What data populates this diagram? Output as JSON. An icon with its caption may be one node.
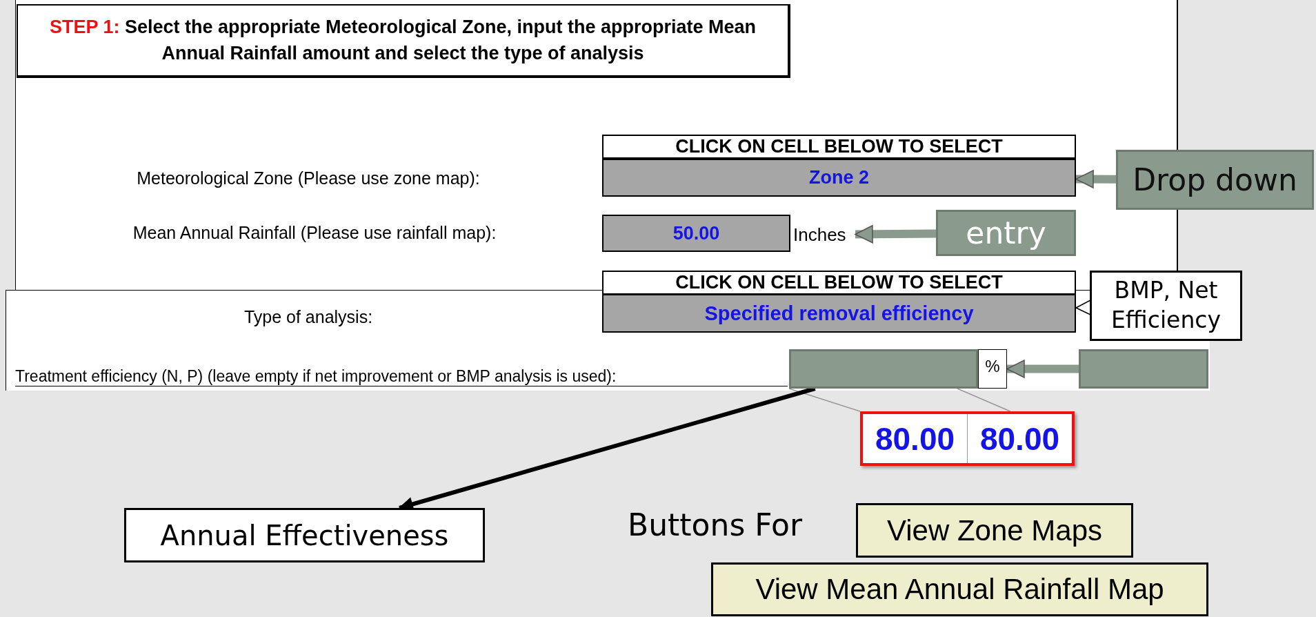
{
  "diagram": {
    "nodes": [
      {
        "text": [
          "STEP 1:",
          "Select the appropriate Meteorological Zone, input the appropriate Mean Annual Rainfall amount and select the type of analysis"
        ]
      },
      {
        "text": [
          "Zone 2"
        ]
      },
      {
        "text": [
          "Drop down"
        ]
      },
      {
        "text": [
          "50.00"
        ]
      },
      {
        "text": [
          "Inches"
        ]
      },
      {
        "text": [
          "entry"
        ]
      },
      {
        "text": [
          "Specified removal efficiency"
        ]
      },
      {
        "text": [
          "BMP, Net Efficiency"
        ]
      },
      {
        "text": [],
        "shape": "box"
      },
      {
        "text": [
          "%"
        ]
      },
      {
        "text": [],
        "shape": "box"
      },
      {
        "text": [
          "80.00",
          "80.00"
        ]
      },
      {
        "text": [
          "Annual Effectiveness"
        ]
      },
      {
        "text": [
          "View Zone Maps"
        ]
      },
      {
        "text": [
          "View Mean Annual Rainfall Map"
        ]
      }
    ],
    "edges": [
      {
        "from": 2,
        "to": 1,
        "arrow": "to"
      },
      {
        "from": 5,
        "to": 4,
        "arrow": "to"
      },
      {
        "from": 7,
        "to": 6,
        "arrow": "to",
        "color": "#ffffff"
      },
      {
        "from": 10,
        "to": 9,
        "arrow": "to"
      },
      {
        "from": 8,
        "to": 11,
        "arrow": "none",
        "color": "#999999"
      },
      {
        "from": 8,
        "to": 12,
        "arrow": "to",
        "color": "#000000"
      }
    ],
    "labels": [
      "CLICK ON CELL BELOW TO SELECT",
      "Meteorological Zone (Please use zone map):",
      "Mean Annual Rainfall (Please use rainfall map):",
      "CLICK ON CELL BELOW TO SELECT",
      "Type of analysis:",
      "Treatment efficiency (N, P) (leave empty if net improvement or BMP analysis is used):",
      "Buttons For"
    ]
  }
}
